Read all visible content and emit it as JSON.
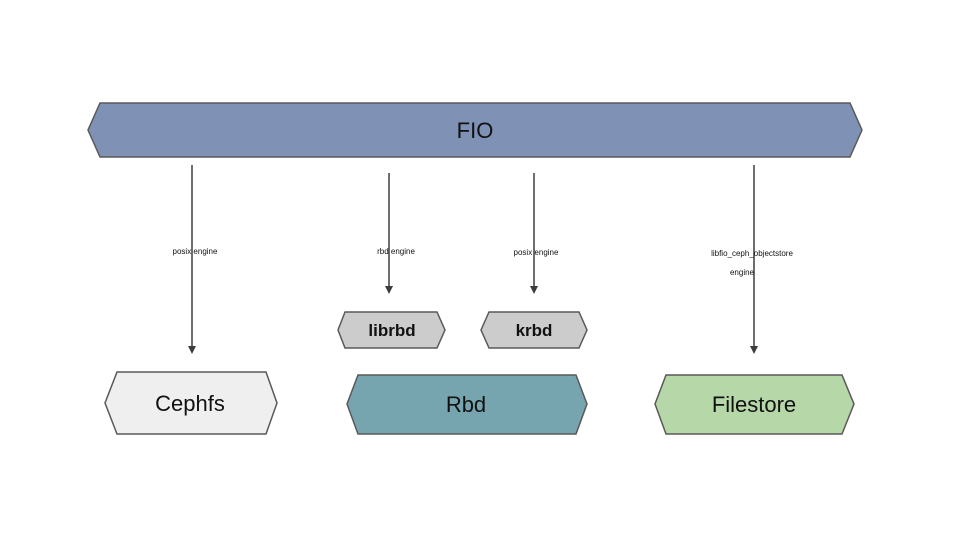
{
  "nodes": {
    "fio": {
      "label": "FIO",
      "color": "#7f92b6"
    },
    "librbd": {
      "label": "librbd",
      "color": "#cccccc"
    },
    "krbd": {
      "label": "krbd",
      "color": "#cccccc"
    },
    "cephfs": {
      "label": "Cephfs",
      "color": "#efefef"
    },
    "rbd": {
      "label": "Rbd",
      "color": "#76a5af"
    },
    "filestore": {
      "label": "Filestore",
      "color": "#b6d7a8"
    }
  },
  "edges": {
    "cephfs_engine": "posix engine",
    "librbd_engine": "rbd engine",
    "krbd_engine": "posix engine",
    "filestore_engine_line1": "libfio_ceph_objectstore",
    "filestore_engine_line2": "engine"
  },
  "colors": {
    "stroke": "#595959",
    "arrow": "#3d3d3d"
  }
}
